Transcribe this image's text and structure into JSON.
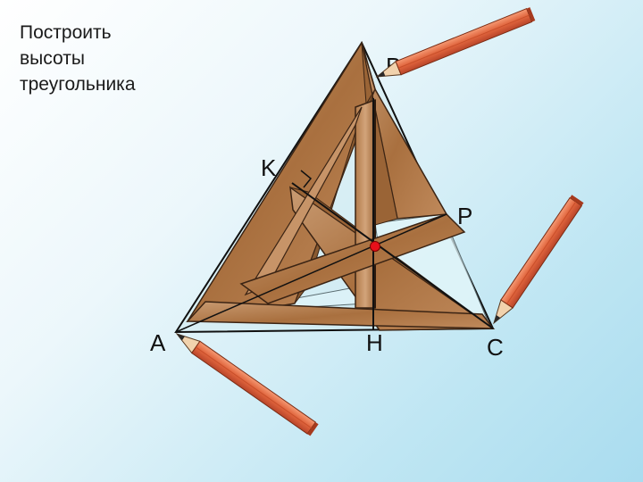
{
  "title": {
    "line1": "Построить",
    "line2": "высоты",
    "line3": "треугольника"
  },
  "labels": {
    "A": "A",
    "B": "B",
    "C": "C",
    "K": "K",
    "P": "P",
    "H": "H"
  },
  "icons": {
    "pencil": "pencil-icon",
    "ruler": "set-square-icon"
  },
  "colors": {
    "background": "#bfe6f3",
    "wood": "#b07a4f",
    "pencil_body": "#e8704a",
    "orthocenter": "#e8101a"
  }
}
